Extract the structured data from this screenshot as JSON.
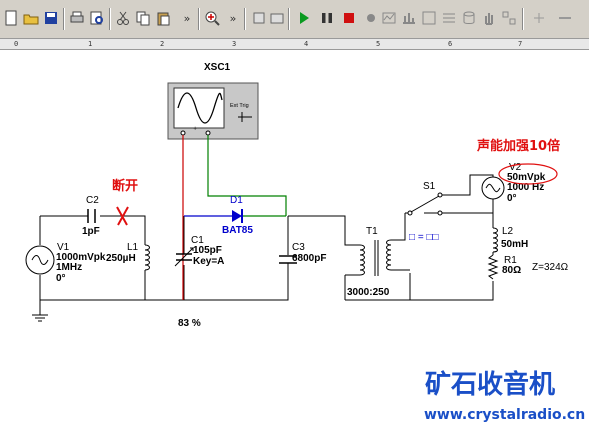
{
  "toolbar": {
    "overflow_glyph": "»"
  },
  "ruler": {
    "ticks": [
      "0",
      "1",
      "2",
      "3",
      "4",
      "5",
      "6",
      "7"
    ]
  },
  "scope": {
    "label": "XSC1",
    "trigger_label": "Ext Trig"
  },
  "components": {
    "c2": {
      "name": "C2",
      "value": "1pF"
    },
    "v1": {
      "name": "V1",
      "v1": "1000mVpk",
      "v2": "1MHz",
      "v3": "0°"
    },
    "l1": {
      "name": "L1",
      "value": "250µH"
    },
    "c1": {
      "name": "C1",
      "value": "105pF",
      "key": "Key=A"
    },
    "d1": {
      "name": "D1",
      "value": "BAT85"
    },
    "c3": {
      "name": "C3",
      "value": "6800pF"
    },
    "t1": {
      "name": "T1",
      "ratio": "3000:250"
    },
    "s1": {
      "name": "S1",
      "key": "□ = □□"
    },
    "v2": {
      "name": "V2",
      "v1": "50mVpk",
      "v2": "1000 Hz",
      "v3": "0°"
    },
    "l2": {
      "name": "L2",
      "value": "50mH"
    },
    "r1": {
      "name": "R1",
      "value": "80Ω"
    },
    "z": "Z=324Ω",
    "percent": "83 %"
  },
  "annotations": {
    "break_text": "断开",
    "gain_text": "声能加强10倍"
  },
  "watermark": {
    "title": "矿石收音机",
    "url": "www.crystalradio.cn"
  },
  "colors": {
    "wire_red": "#cc0000",
    "wire_green": "#008000",
    "diode_blue": "#0000cc",
    "annot_red": "#e01010",
    "watermark_blue": "#1a4fc7"
  }
}
